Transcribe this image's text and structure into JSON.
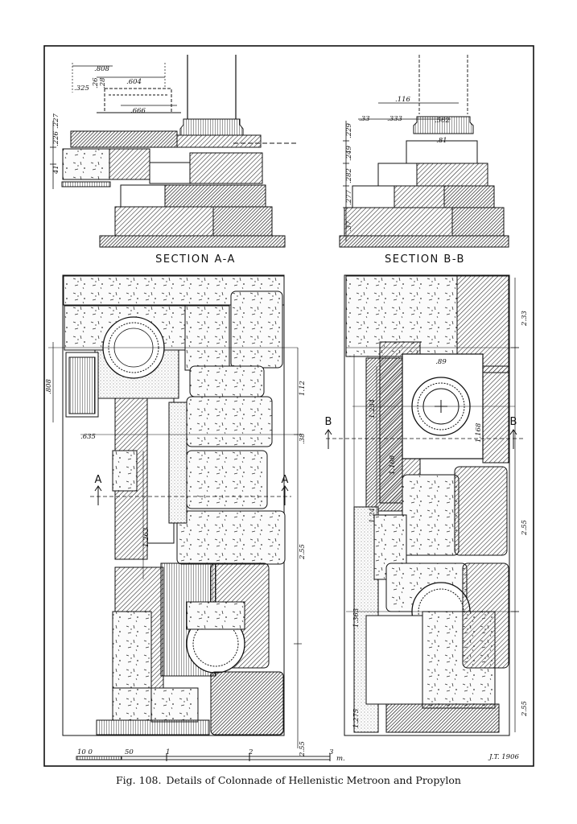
{
  "drawing": {
    "section_a_title": "SECTION A-A",
    "section_b_title": "SECTION B-B",
    "section_a_dims": [
      ".808",
      ".604",
      ".325",
      ".666",
      ".26",
      ".28",
      ".227",
      ".226",
      "41"
    ],
    "section_b_dims": [
      ".116",
      ".562",
      ".33",
      ".333",
      ".81",
      ".229",
      ".249",
      ".282",
      ".277",
      ".37"
    ],
    "plan_left_dims": [
      ".808",
      ".635",
      "1.12",
      ".38",
      "2.55",
      "1.263",
      "2.55"
    ],
    "plan_right_dims": [
      ".89",
      "1.234",
      "1.108",
      "1.168",
      "1.24",
      "1.363",
      "1.275",
      "2.33",
      "2.55",
      "2.55"
    ],
    "section_marks": [
      "A",
      "A",
      "B",
      "B"
    ],
    "scale_labels": [
      "10 0",
      "50",
      "1",
      "2",
      "3",
      "m."
    ],
    "signature": "J.T. 1906"
  },
  "caption": {
    "fig_no": "Fig. 108.",
    "text": "Details of Colonnade of Hellenistic Metroon and Propylon"
  }
}
